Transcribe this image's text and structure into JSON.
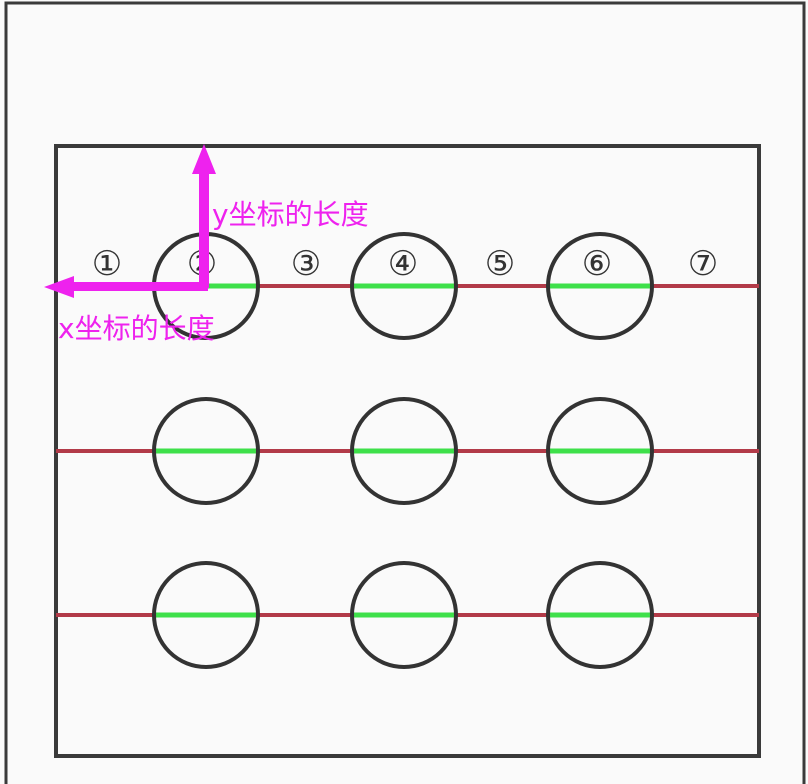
{
  "segment_labels": [
    "①",
    "②",
    "③",
    "④",
    "⑤",
    "⑥",
    "⑦"
  ],
  "y_axis_label": "y坐标的长度",
  "x_axis_label": "x坐标的长度",
  "grid": {
    "rows": 3,
    "columns": 3
  },
  "colors": {
    "background": "#fafafa",
    "border": "#3a3a3a",
    "circle_stroke": "#333333",
    "row_line": "#b23a48",
    "diameter_line": "#3ee04a",
    "annotation": "#ee22ee",
    "segment_label": "#333333"
  }
}
